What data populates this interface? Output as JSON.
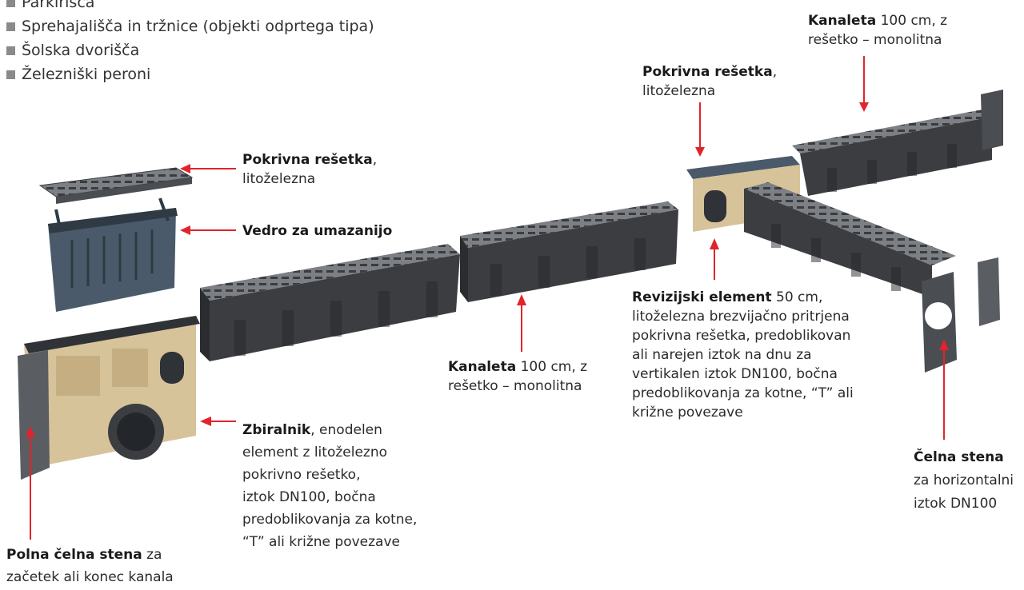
{
  "bullets": [
    "Parkirišča",
    "Sprehajališča in tržnice (objekti odprtega tipa)",
    "Šolska dvorišča",
    "Železniški peroni"
  ],
  "labels": {
    "kanaleta_top": {
      "bold": "Kanaleta",
      "line1": " 100 cm, z",
      "line2": "rešetko – monolitna"
    },
    "pokrivna_right": {
      "bold": "Pokrivna rešetka",
      "line1": ",",
      "line2": "litoželezna"
    },
    "pokrivna_left": {
      "bold": "Pokrivna rešetka",
      "line1": ",",
      "line2": "litoželezna"
    },
    "vedro": {
      "bold": "Vedro za umazanijo"
    },
    "kanaleta_mid": {
      "bold": "Kanaleta",
      "line1": " 100 cm, z",
      "line2": "rešetko – monolitna"
    },
    "revizijski": {
      "bold": "Revizijski element",
      "line1": " 50 cm,",
      "lines": [
        "litoželezna brezvijačno pritrjena",
        "pokrivna rešetka, predoblikovan",
        "ali narejen iztok na dnu za",
        "vertikalen iztok DN100, bočna",
        "predoblikovanja za kotne, “T” ali",
        "križne povezave"
      ]
    },
    "zbiralnik": {
      "bold": "Zbiralnik",
      "line1": ", enodelen",
      "lines": [
        "element z litoželezno",
        "pokrivno rešetko,",
        "iztok DN100, bočna",
        "predoblikovanja za kotne,",
        "“T” ali križne povezave"
      ]
    },
    "celna": {
      "bold": "Čelna stena",
      "lines": [
        "za horizontalni",
        "iztok DN100"
      ]
    },
    "polna": {
      "bold": "Polna čelna stena",
      "line1": " za",
      "line2": "začetek ali konec kanala"
    }
  },
  "colors": {
    "arrow": "#e1242b",
    "grate": "#6b6e72",
    "body": "#3b3d40",
    "beige": "#d7c39a"
  }
}
